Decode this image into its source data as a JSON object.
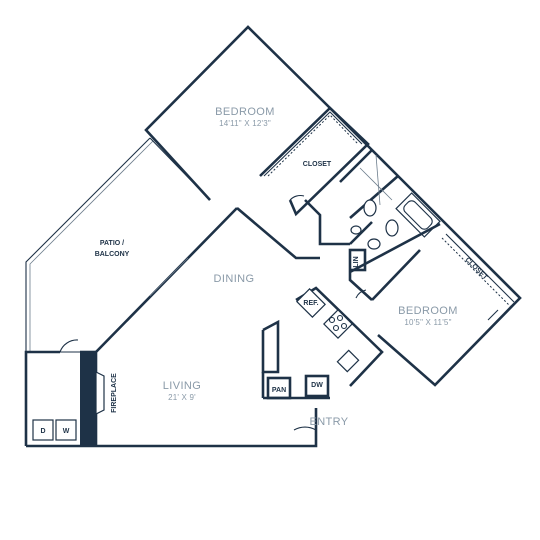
{
  "rooms": {
    "bedroom_main": {
      "name": "BEDROOM",
      "size": "14'11\" X 12'3\""
    },
    "bedroom_second": {
      "name": "BEDROOM",
      "size": "10'5\" X 11'5\""
    },
    "living": {
      "name": "LIVING",
      "size": "21' X 9'"
    },
    "dining": {
      "name": "DINING"
    },
    "patio": {
      "line1": "PATIO /",
      "line2": "BALCONY"
    },
    "entry": {
      "name": "ENTRY"
    }
  },
  "fixtures": {
    "closet_main": "CLOSET",
    "closet_second": "CLOSET",
    "linen": "LIN",
    "refrigerator": "REF.",
    "pantry": "PAN",
    "dishwasher": "DW",
    "fireplace": "FIREPLACE",
    "dryer": "D",
    "washer": "W"
  },
  "colors": {
    "wall": "#1e3247",
    "label": "#8a9aa8"
  }
}
